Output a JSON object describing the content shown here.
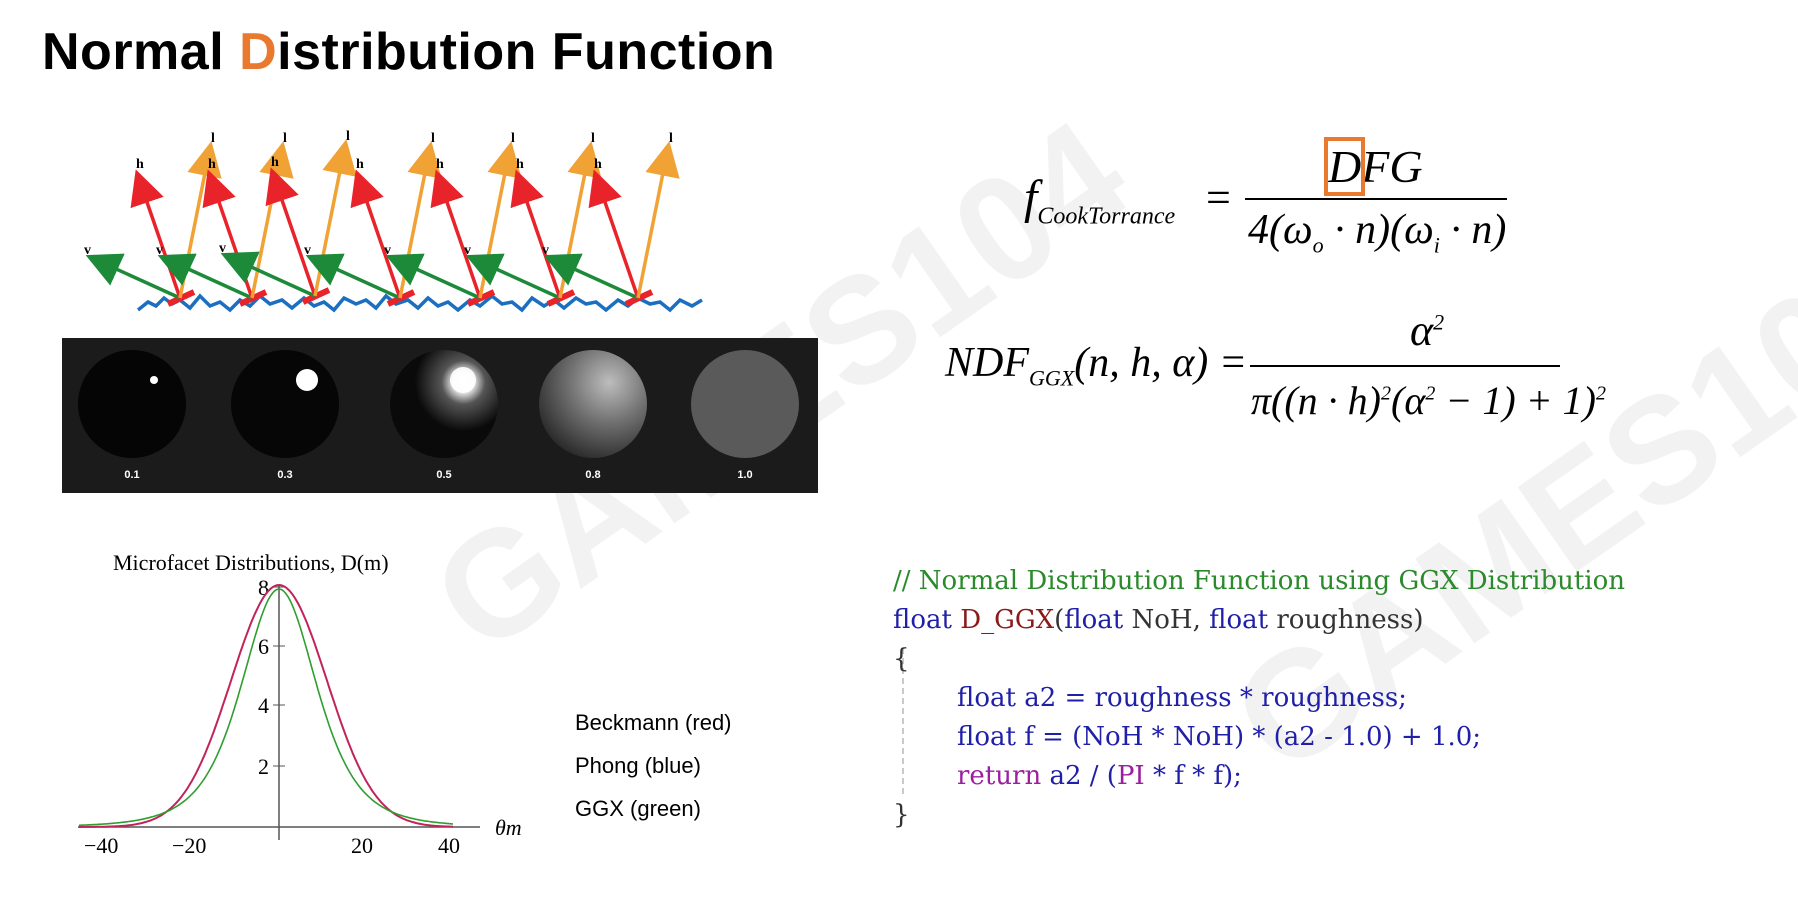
{
  "title": {
    "prefix": "Normal ",
    "accent": "D",
    "suffix": "istribution Function"
  },
  "colors": {
    "accent": "#e8792f",
    "h_vector": "#e8242a",
    "l_vector": "#f0a235",
    "v_vector": "#1d8a3a",
    "surface": "#1c6fc0",
    "beckmann": "#c0245a",
    "ggx": "#2f9e2f"
  },
  "microfacet": {
    "labels": {
      "h": "h",
      "l": "l",
      "v": "v"
    }
  },
  "spheres": {
    "roughness_labels": [
      "0.1",
      "0.3",
      "0.5",
      "0.8",
      "1.0"
    ]
  },
  "plot": {
    "title": "Microfacet Distributions, D(m)",
    "x_label": "θm",
    "x_ticks": [
      "−40",
      "−20",
      "20",
      "40"
    ],
    "y_ticks": [
      "8",
      "6",
      "4",
      "2"
    ]
  },
  "legend": [
    "Beckmann (red)",
    "Phong (blue)",
    "GGX (green)"
  ],
  "formula_cook": {
    "lhs_f": "f",
    "lhs_sub": "CookTorrance",
    "eq": "=",
    "num_D": "D",
    "num_rest": "FG",
    "den": "4(ω",
    "den_sub_o": "o",
    "den_mid": " · n)(ω",
    "den_sub_i": "i",
    "den_end": " · n)"
  },
  "formula_ndf": {
    "lhs": "NDF",
    "lhs_sub": "GGX",
    "args": "(n, h, α) =",
    "num": "α",
    "num_sup": "2",
    "den": "π((n · h)",
    "den_sup1": "2",
    "den_mid": "(α",
    "den_sup2": "2",
    "den_end": " − 1) + 1)",
    "den_sup3": "2"
  },
  "code": {
    "comment": "// Normal Distribution Function using GGX Distribution",
    "l1_kw": "float",
    "l1_fn": "D_GGX",
    "l1_p1": "(",
    "l1_kw2": "float",
    "l1_p2": " NoH, ",
    "l1_kw3": "float",
    "l1_p3": " roughness)",
    "l2": "{",
    "l3_kw": "float",
    "l3_rest": " a2 = roughness * roughness;",
    "l4_kw": "float",
    "l4_rest": " f = (NoH * NoH) * (a2 - 1.0) + 1.0;",
    "l5_kw": "return",
    "l5_mid": " a2 / (",
    "l5_pi": "PI",
    "l5_rest": " * f * f);",
    "l6": "}"
  }
}
